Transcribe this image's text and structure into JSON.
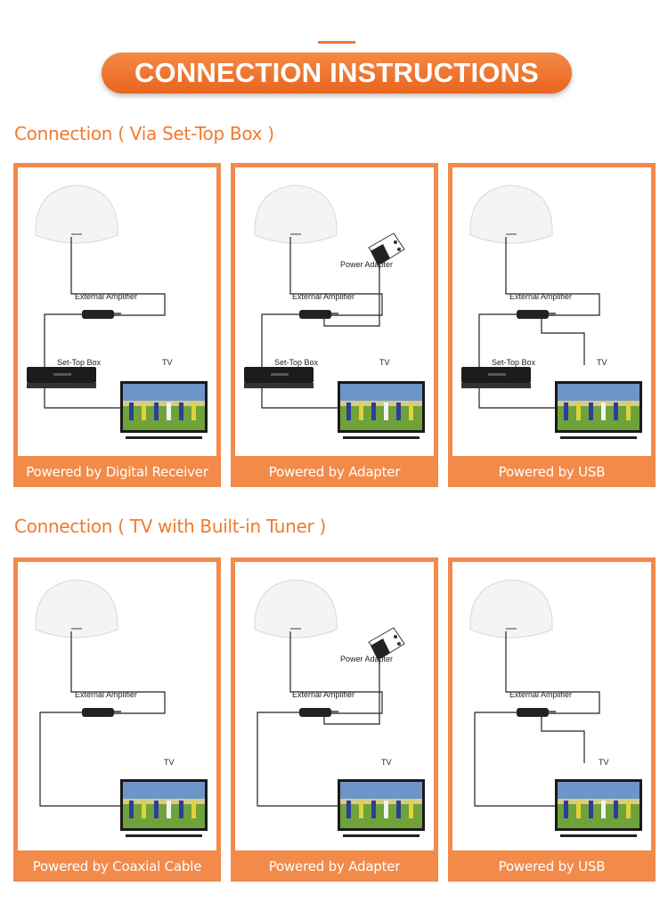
{
  "header": {
    "title": "CONNECTION INSTRUCTIONS"
  },
  "sections": [
    {
      "title": "Connection ( Via Set-Top Box )",
      "panels": [
        {
          "caption": "Powered by Digital Receiver"
        },
        {
          "caption": "Powered by Adapter"
        },
        {
          "caption": "Powered by USB"
        }
      ]
    },
    {
      "title": "Connection ( TV with Built-in Tuner )",
      "panels": [
        {
          "caption": "Powered by Coaxial Cable"
        },
        {
          "caption": "Powered by Adapter"
        },
        {
          "caption": "Powered by USB"
        }
      ]
    }
  ],
  "labels": {
    "amplifier": "External Amplifier",
    "settop": "Set-Top Box",
    "tv": "TV",
    "adapter": "Power Adapter"
  },
  "colors": {
    "accent": "#f07a2e",
    "panel": "#f28a4a"
  }
}
